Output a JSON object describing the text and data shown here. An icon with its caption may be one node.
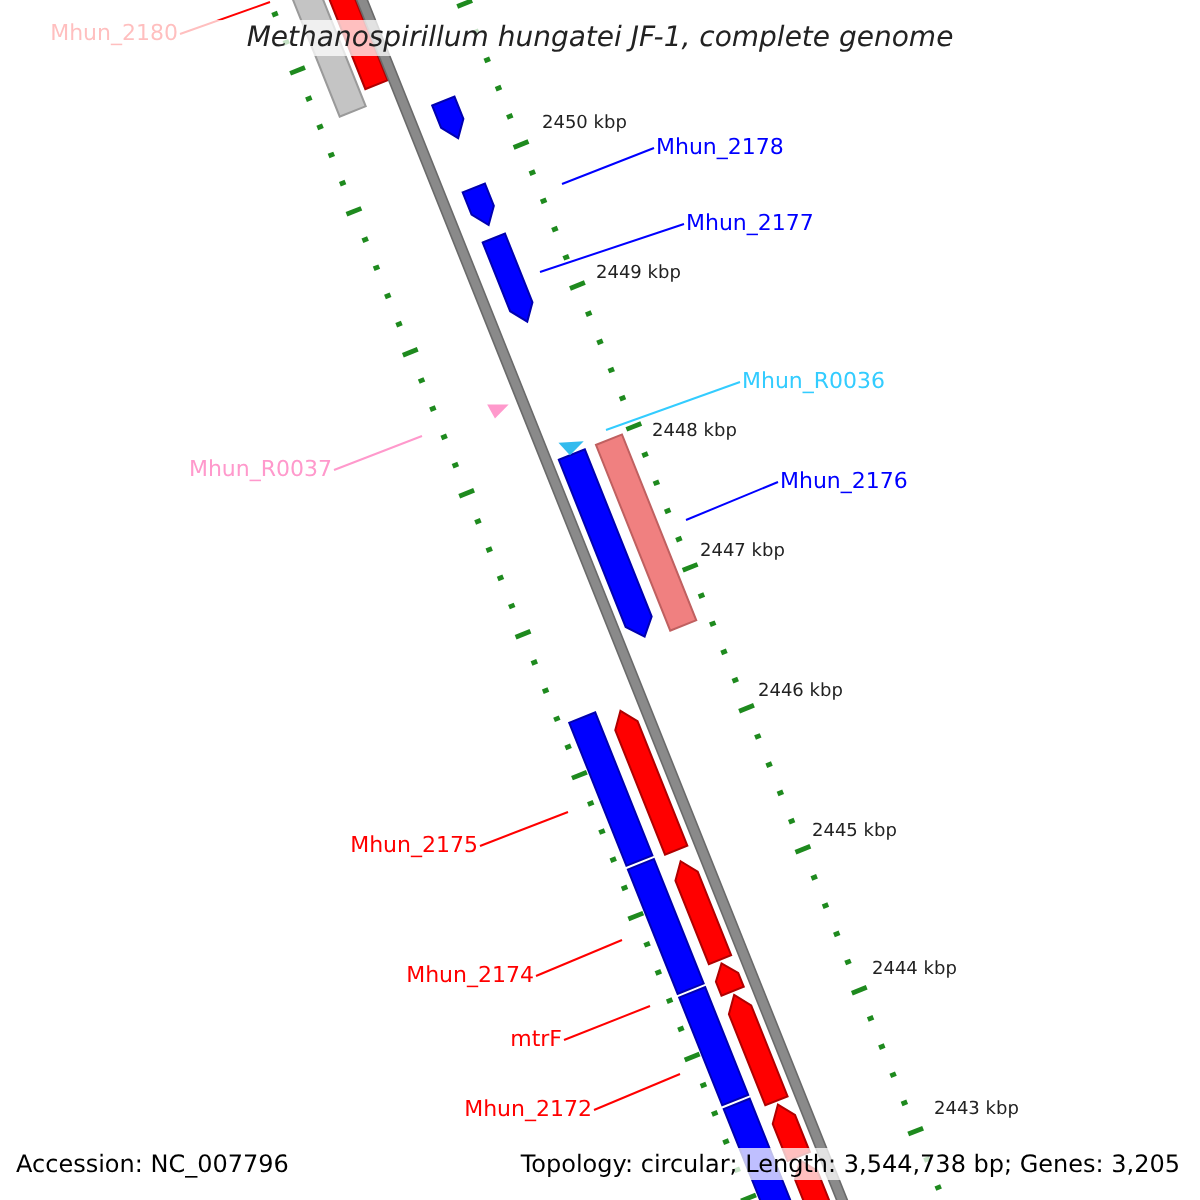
{
  "diagram": {
    "title": "Methanospirillum hungatei JF-1, complete genome",
    "nodes": [
      {
        "text": [
          "Mhun_2180"
        ]
      },
      {
        "text": [
          "Mhun_2178"
        ]
      },
      {
        "text": [
          "Mhun_2177"
        ]
      },
      {
        "text": [
          "Mhun_R0036"
        ]
      },
      {
        "text": [
          "Mhun_R0037"
        ]
      },
      {
        "text": [
          "Mhun_2176"
        ]
      },
      {
        "text": [
          "Mhun_2175"
        ]
      },
      {
        "text": [
          "Mhun_2174"
        ]
      },
      {
        "text": [
          "mtrF"
        ]
      },
      {
        "text": [
          "Mhun_2172"
        ]
      }
    ],
    "edges": [
      {
        "from": 0,
        "to": null,
        "arrow": "none"
      },
      {
        "from": 1,
        "to": null,
        "arrow": "none",
        "color": "#0000ff"
      },
      {
        "from": 2,
        "to": null,
        "arrow": "none",
        "color": "#0000ff"
      },
      {
        "from": 3,
        "to": null,
        "arrow": "none",
        "color": "#33ccff"
      },
      {
        "from": 4,
        "to": null,
        "arrow": "none",
        "color": "#ff99cc"
      },
      {
        "from": 5,
        "to": null,
        "arrow": "none",
        "color": "#0000ff"
      },
      {
        "from": 6,
        "to": null,
        "arrow": "none"
      },
      {
        "from": 7,
        "to": null,
        "arrow": "none"
      },
      {
        "from": 8,
        "to": null,
        "arrow": "none"
      },
      {
        "from": 9,
        "to": null,
        "arrow": "none"
      }
    ],
    "labels": [
      "2450 kbp",
      "2449 kbp",
      "2448 kbp",
      "2447 kbp",
      "2446 kbp",
      "2445 kbp",
      "2444 kbp",
      "2443 kbp",
      "Accession: NC_007796",
      "Topology: circular; Length: 3,544,738 bp; Genes: 3,205"
    ]
  }
}
